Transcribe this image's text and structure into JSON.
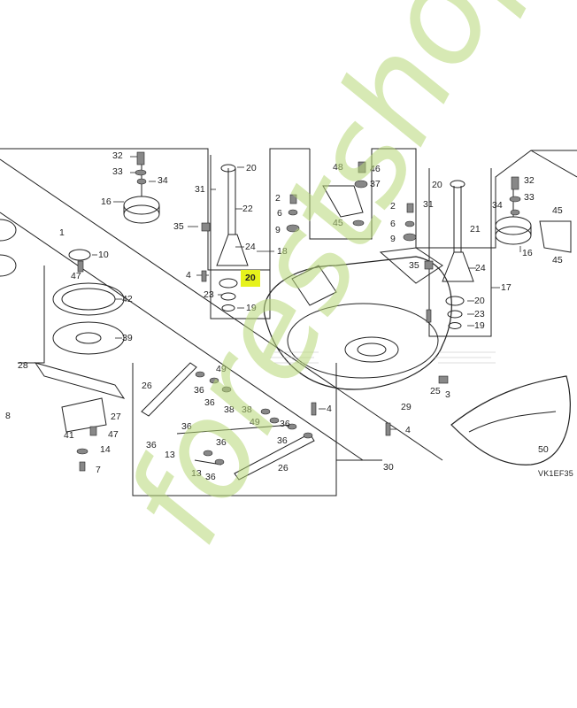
{
  "diagram": {
    "code": "VK1EF35",
    "watermark": "forestshop.com",
    "highlight_color": "#e6f21c",
    "labels": {
      "p32a": "32",
      "p33a": "33",
      "p34a": "34",
      "p16a": "16",
      "p1": "1",
      "p10": "10",
      "p47a": "47",
      "p42": "42",
      "p39": "39",
      "p28": "28",
      "p27": "27",
      "p41": "41",
      "p47b": "47",
      "p14": "14",
      "p7": "7",
      "p8": "8",
      "p20a": "20",
      "p31a": "31",
      "p22": "22",
      "p35a": "35",
      "p24a": "24",
      "p18": "18",
      "p4a": "4",
      "p20hl": "20",
      "p23a": "23",
      "p19a": "19",
      "p2a": "2",
      "p6a": "6",
      "p9a": "9",
      "p48": "48",
      "p46": "46",
      "p37": "37",
      "p45a": "45",
      "p2b": "2",
      "p6b": "6",
      "p9b": "9",
      "p35b": "35",
      "p20b": "20",
      "p31b": "31",
      "p21": "21",
      "p24b": "24",
      "p17": "17",
      "p20c": "20",
      "p23b": "23",
      "p19b": "19",
      "p32b": "32",
      "p33b": "33",
      "p34b": "34",
      "p16b": "16",
      "p45b": "45",
      "p45c": "45",
      "p26a": "26",
      "p49a": "49",
      "p36a": "36",
      "p36b": "36",
      "p38a": "38",
      "p13a": "13",
      "p36c": "36",
      "p36d": "36",
      "p38b": "38",
      "p49b": "49",
      "p36e": "36",
      "p36f": "36",
      "p36g": "36",
      "p13b": "13",
      "p36h": "36",
      "p26b": "26",
      "p29": "29",
      "p25": "25",
      "p3": "3",
      "p4b": "4",
      "p4c": "4",
      "p30": "30",
      "p50": "50"
    }
  }
}
